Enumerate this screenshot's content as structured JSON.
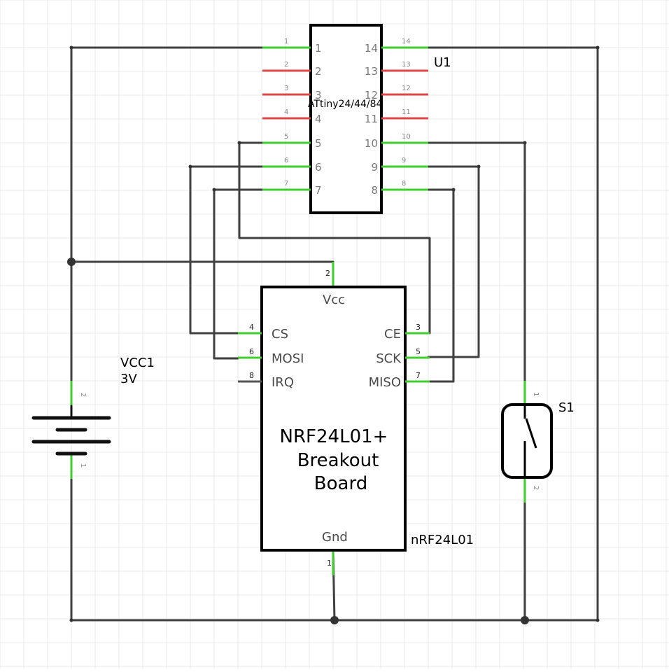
{
  "u1": {
    "ref": "U1",
    "part": "ATtiny24/44/84",
    "left_pins": [
      {
        "num": "1",
        "label": "1",
        "connected": true
      },
      {
        "num": "2",
        "label": "2",
        "connected": false
      },
      {
        "num": "3",
        "label": "3",
        "connected": false
      },
      {
        "num": "4",
        "label": "4",
        "connected": false
      },
      {
        "num": "5",
        "label": "5",
        "connected": true
      },
      {
        "num": "6",
        "label": "6",
        "connected": true
      },
      {
        "num": "7",
        "label": "7",
        "connected": true
      }
    ],
    "right_pins": [
      {
        "num": "14",
        "label": "14",
        "connected": true
      },
      {
        "num": "13",
        "label": "13",
        "connected": false
      },
      {
        "num": "12",
        "label": "12",
        "connected": false
      },
      {
        "num": "11",
        "label": "11",
        "connected": false
      },
      {
        "num": "10",
        "label": "10",
        "connected": true
      },
      {
        "num": "9",
        "label": "9",
        "connected": true
      },
      {
        "num": "8",
        "label": "8",
        "connected": true
      }
    ]
  },
  "nrf": {
    "ref": "nRF24L01",
    "title_lines": [
      "NRF24L01+",
      "Breakout",
      "Board"
    ],
    "vcc": {
      "num": "2",
      "label": "Vcc"
    },
    "gnd": {
      "num": "1",
      "label": "Gnd"
    },
    "left_pins": [
      {
        "num": "4",
        "label": "CS",
        "connected": true
      },
      {
        "num": "6",
        "label": "MOSI",
        "connected": true
      },
      {
        "num": "8",
        "label": "IRQ",
        "connected": false
      }
    ],
    "right_pins": [
      {
        "num": "3",
        "label": "CE",
        "connected": true
      },
      {
        "num": "5",
        "label": "SCK",
        "connected": true
      },
      {
        "num": "7",
        "label": "MISO",
        "connected": true
      }
    ]
  },
  "battery": {
    "ref": "VCC1",
    "value": "3V",
    "pin_top": "2",
    "pin_bottom": "1"
  },
  "switch": {
    "ref": "S1",
    "pin_top": "1",
    "pin_bottom": "2"
  },
  "colors": {
    "grid": "#e8e8e8",
    "wire": "#404040",
    "pin_connected": "#3ecf2e",
    "pin_unconnected": "#e04545",
    "pin_number": "#8a8a8a",
    "outline": "#000000"
  }
}
